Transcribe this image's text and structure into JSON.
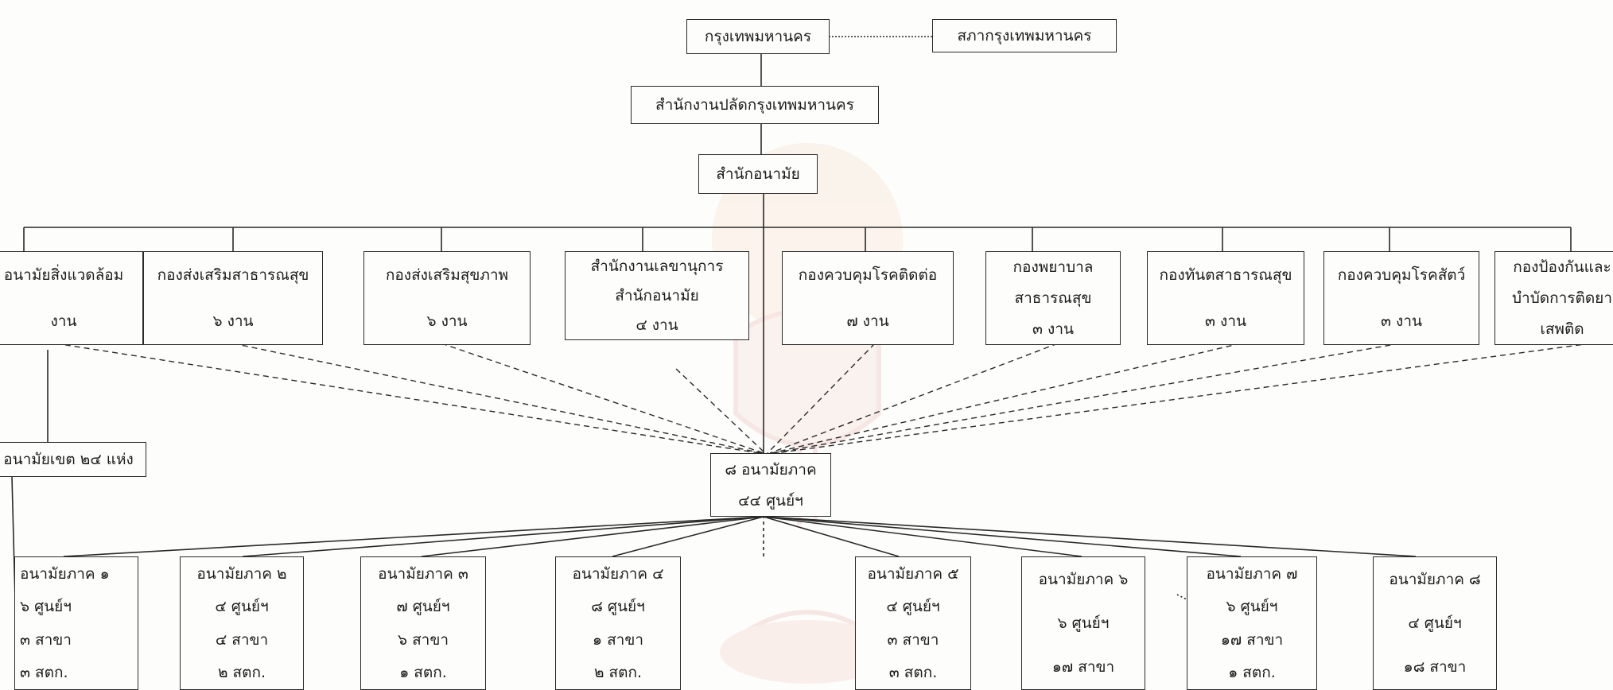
{
  "nodes": {
    "bma": {
      "lines": [
        "กรุงเทพมหานคร"
      ]
    },
    "council": {
      "lines": [
        "สภากรุงเทพมหานคร"
      ]
    },
    "permsec": {
      "lines": [
        "สำนักงานปลัดกรุงเทพมหานคร"
      ]
    },
    "health": {
      "lines": [
        "สำนักอนามัย"
      ]
    },
    "divisions": [
      {
        "id": "env",
        "lines": [
          "อนามัยสิ่งแวดล้อม",
          "งาน"
        ]
      },
      {
        "id": "phpromo",
        "lines": [
          "กองส่งเสริมสาธารณสุข",
          "๖ งาน"
        ]
      },
      {
        "id": "hpromo",
        "lines": [
          "กองส่งเสริมสุขภาพ",
          "๖ งาน"
        ]
      },
      {
        "id": "secretary",
        "lines": [
          "สำนักงานเลขานุการ",
          "สำนักอนามัย",
          "๔ งาน"
        ]
      },
      {
        "id": "communicable",
        "lines": [
          "กองควบคุมโรคติดต่อ",
          "๗ งาน"
        ]
      },
      {
        "id": "nursing",
        "lines": [
          "กองพยาบาล",
          "สาธารณสุข",
          "๓ งาน"
        ]
      },
      {
        "id": "dental",
        "lines": [
          "กองทันตสาธารณสุข",
          "๓ งาน"
        ]
      },
      {
        "id": "zoonosis",
        "lines": [
          "กองควบคุมโรคสัตว์",
          "๓ งาน"
        ]
      },
      {
        "id": "drugs",
        "lines": [
          "กองป้องกันและ",
          "บำบัดการติดยา",
          "เสพติด"
        ]
      }
    ],
    "district": {
      "lines": [
        "อนามัยเขต ๒๔ แห่ง"
      ]
    },
    "region": {
      "lines": [
        "๘ อนามัยภาค",
        "๔๔ ศูนย์ฯ"
      ]
    },
    "regions": [
      {
        "id": "r1",
        "lines": [
          "อนามัยภาค ๑",
          "๖ ศูนย์ฯ",
          "๓ สาขา",
          "๓ สตก."
        ]
      },
      {
        "id": "r2",
        "lines": [
          "อนามัยภาค ๒",
          "๔ ศูนย์ฯ",
          "๔ สาขา",
          "๒ สตก."
        ]
      },
      {
        "id": "r3",
        "lines": [
          "อนามัยภาค ๓",
          "๗ ศูนย์ฯ",
          "๖ สาขา",
          "๑ สตก."
        ]
      },
      {
        "id": "r4",
        "lines": [
          "อนามัยภาค ๔",
          "๘ ศูนย์ฯ",
          "๑ สาขา",
          "๒ สตก."
        ]
      },
      {
        "id": "r5",
        "lines": [
          "อนามัยภาค ๕",
          "๔ ศูนย์ฯ",
          "๓ สาขา",
          "๓ สตก."
        ]
      },
      {
        "id": "r6",
        "lines": [
          "อนามัยภาค ๖",
          "๖ ศูนย์ฯ",
          "๑๗ สาขา"
        ]
      },
      {
        "id": "r7",
        "lines": [
          "อนามัยภาค ๗",
          "๖ ศูนย์ฯ",
          "๑๗ สาขา",
          "๑ สตก."
        ]
      },
      {
        "id": "r8",
        "lines": [
          "อนามัยภาค ๘",
          "๔ ศูนย์ฯ",
          "๑๘ สาขา"
        ]
      }
    ]
  },
  "colors": {
    "ink": "#2a2a2a",
    "paper": "#fdfdfb",
    "watermark": "#f3c9c4"
  }
}
